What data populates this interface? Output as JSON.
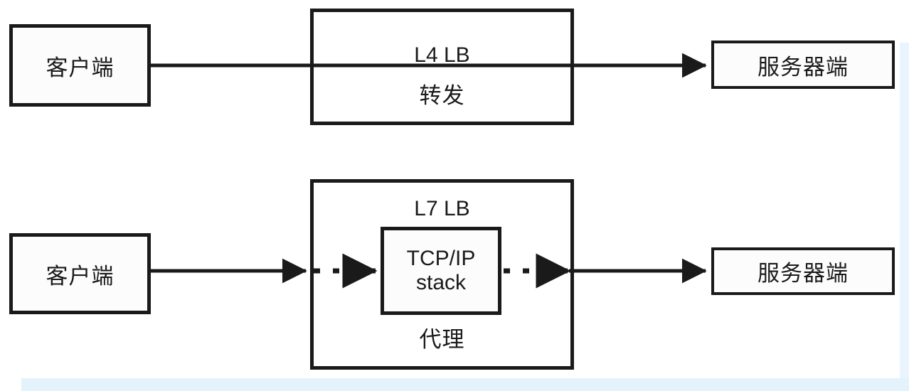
{
  "diagram": {
    "title": "L4 LB vs L7 LB packet path",
    "stroke_color": "#1a1a1a",
    "accent_band_color": "#e4f2fb",
    "rows": [
      {
        "id": "l4-row",
        "client": {
          "label": "客户端"
        },
        "middlebox": {
          "title": "L4 LB",
          "subtitle": "转发"
        },
        "server": {
          "label": "服务器端"
        },
        "connector_style": "solid"
      },
      {
        "id": "l7-row",
        "client": {
          "label": "客户端"
        },
        "middlebox": {
          "title": "L7 LB",
          "subtitle": "代理",
          "inner": {
            "line1": "TCP/IP",
            "line2": "stack"
          }
        },
        "server": {
          "label": "服务器端"
        },
        "connector_style": "solid-dashed-solid"
      }
    ]
  }
}
